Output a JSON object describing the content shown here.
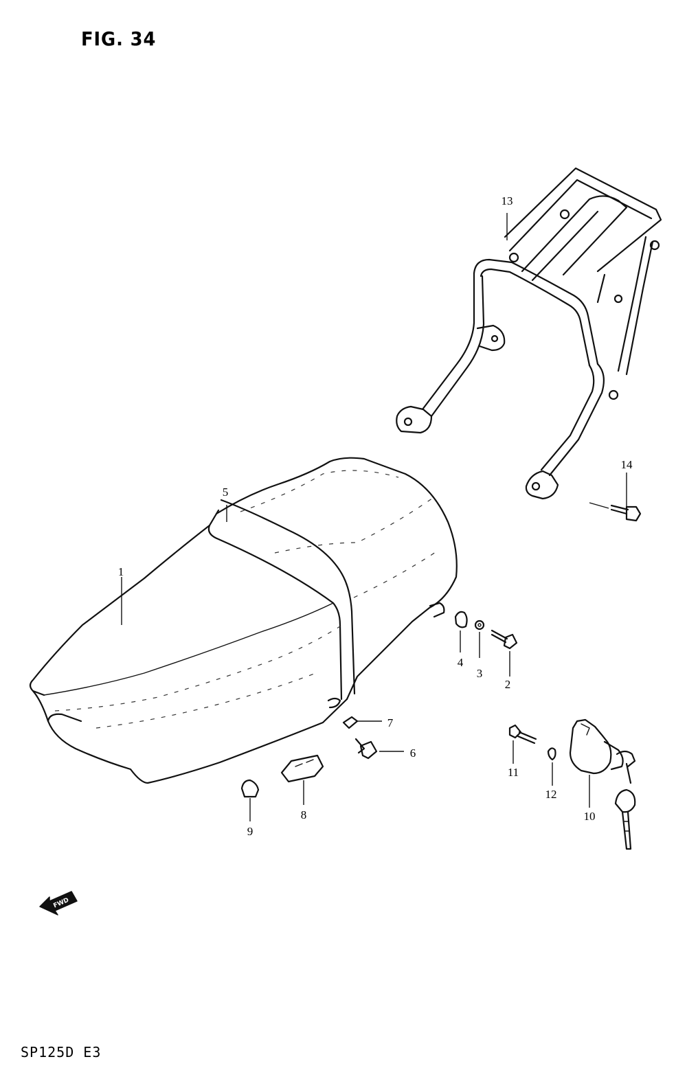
{
  "figure": {
    "title": "FIG. 34",
    "model_code": "SP125D  E3",
    "fwd_label": "FWD"
  },
  "parts": [
    {
      "id": "p1",
      "number": "1"
    },
    {
      "id": "p2",
      "number": "2"
    },
    {
      "id": "p3",
      "number": "3"
    },
    {
      "id": "p4",
      "number": "4"
    },
    {
      "id": "p5",
      "number": "5"
    },
    {
      "id": "p6",
      "number": "6"
    },
    {
      "id": "p7",
      "number": "7"
    },
    {
      "id": "p8",
      "number": "8"
    },
    {
      "id": "p9",
      "number": "9"
    },
    {
      "id": "p10",
      "number": "10"
    },
    {
      "id": "p11",
      "number": "11"
    },
    {
      "id": "p12",
      "number": "12"
    },
    {
      "id": "p13",
      "number": "13"
    },
    {
      "id": "p14",
      "number": "14"
    }
  ]
}
